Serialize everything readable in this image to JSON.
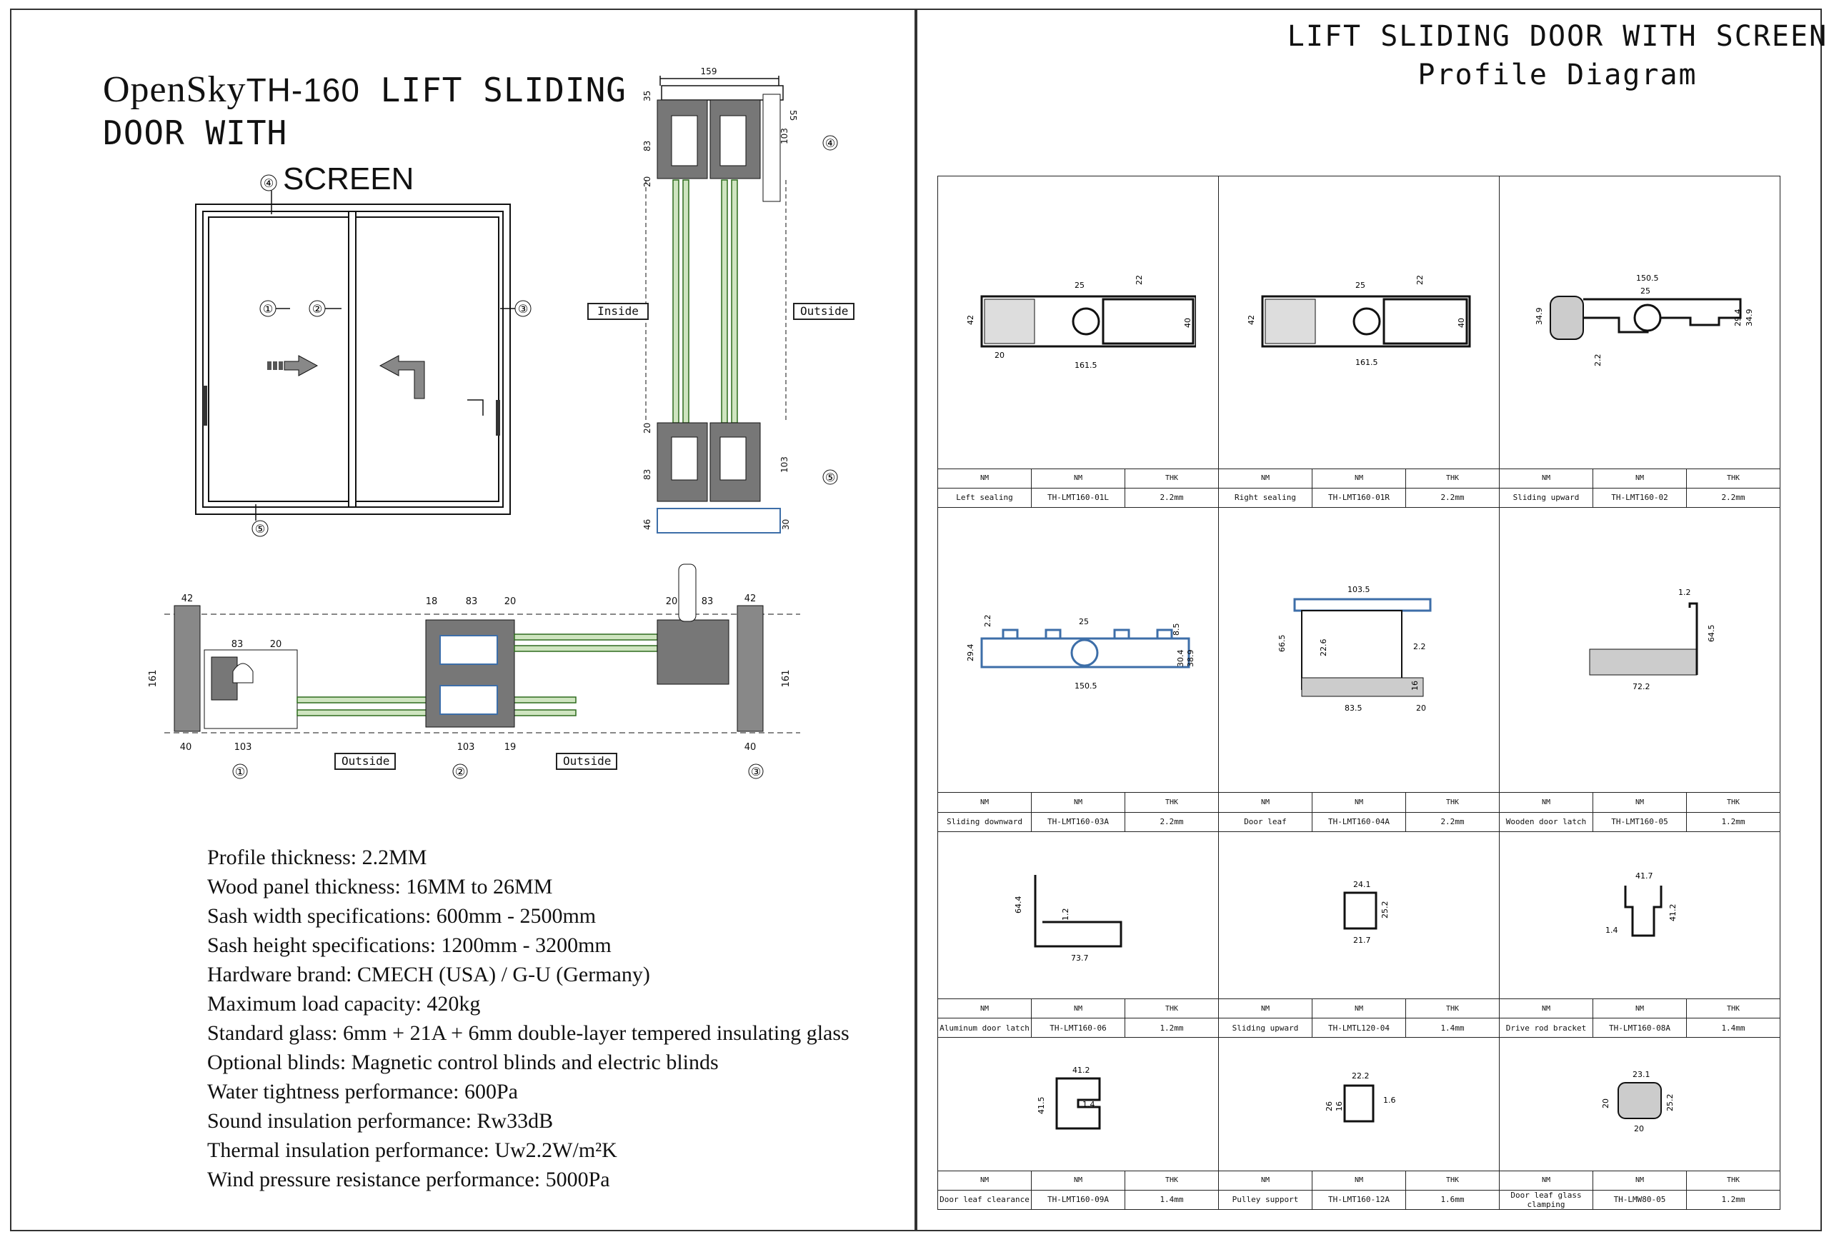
{
  "left": {
    "title": {
      "brand": "OpenSky",
      "model": "TH-160",
      "rest_line1": " LIFT SLIDING",
      "line2": "DOOR WITH",
      "line3": "SCREEN"
    },
    "callouts": [
      "①",
      "②",
      "③",
      "④",
      "⑤"
    ],
    "section_labels": {
      "inside": "Inside",
      "outside": "Outside",
      "outside_1": "Outside",
      "outside_2": "Outside"
    },
    "vertical_dims": [
      "159",
      "35",
      "55",
      "83",
      "103",
      "20",
      "20",
      "83",
      "103",
      "46",
      "30"
    ],
    "horizontal_dims": [
      "42",
      "83",
      "20",
      "161",
      "40",
      "103",
      "18",
      "83",
      "20",
      "20",
      "83",
      "42",
      "161",
      "103",
      "19",
      "40"
    ],
    "specs": [
      "Profile  thickness: 2.2MM",
      "Wood panel thickness: 16MM to 26MM",
      "Sash width specifications: 600mm - 2500mm",
      "Sash height specifications: 1200mm - 3200mm",
      "Hardware brand: CMECH (USA) / G-U (Germany)",
      "Maximum load capacity: 420kg",
      "Standard glass: 6mm + 21A + 6mm double-layer tempered insulating glass",
      "Optional blinds: Magnetic control blinds and electric blinds",
      "Water tightness performance: 600Pa",
      "Sound insulation performance: Rw33dB",
      "Thermal insulation performance: Uw2.2W/m²K",
      "Wind pressure resistance performance: 5000Pa"
    ]
  },
  "right": {
    "title_line1": "LIFT SLIDING DOOR WITH SCREEN",
    "title_line2": "Profile Diagram",
    "header_labels": [
      "NM",
      "NM",
      "THK"
    ],
    "profiles": [
      {
        "name": "Left sealing",
        "code": "TH-LMT160-01L",
        "thk": "2.2mm",
        "dims": [
          "42",
          "25",
          "22",
          "40",
          "20",
          "161.5"
        ]
      },
      {
        "name": "Right sealing",
        "code": "TH-LMT160-01R",
        "thk": "2.2mm",
        "dims": [
          "42",
          "25",
          "22",
          "40",
          "161.5"
        ]
      },
      {
        "name": "Sliding upward",
        "code": "TH-LMT160-02",
        "thk": "2.2mm",
        "dims": [
          "150.5",
          "25",
          "34.9",
          "29.4",
          "34.9",
          "2.2"
        ]
      },
      {
        "name": "Sliding downward",
        "code": "TH-LMT160-03A",
        "thk": "2.2mm",
        "dims": [
          "2.2",
          "25",
          "29.4",
          "8.5",
          "30.4",
          "38.9",
          "150.5"
        ]
      },
      {
        "name": "Door leaf",
        "code": "TH-LMT160-04A",
        "thk": "2.2mm",
        "dims": [
          "103.5",
          "66.5",
          "22.6",
          "2.2",
          "16",
          "83.5",
          "20"
        ]
      },
      {
        "name": "Wooden door latch",
        "code": "TH-LMT160-05",
        "thk": "1.2mm",
        "dims": [
          "1.2",
          "64.5",
          "72.2"
        ]
      },
      {
        "name": "Aluminum door latch",
        "code": "TH-LMT160-06",
        "thk": "1.2mm",
        "dims": [
          "64.4",
          "1.2",
          "73.7"
        ]
      },
      {
        "name": "Sliding upward",
        "code": "TH-LMTL120-04",
        "thk": "1.4mm",
        "dims": [
          "24.1",
          "25.2",
          "21.7"
        ]
      },
      {
        "name": "Drive rod bracket",
        "code": "TH-LMT160-08A",
        "thk": "1.4mm",
        "dims": [
          "41.7",
          "41.2",
          "1.4"
        ]
      },
      {
        "name": "Door leaf clearance",
        "code": "TH-LMT160-09A",
        "thk": "1.4mm",
        "dims": [
          "41.2",
          "41.5",
          "1.4"
        ]
      },
      {
        "name": "Pulley support",
        "code": "TH-LMT160-12A",
        "thk": "1.6mm",
        "dims": [
          "22.2",
          "26",
          "16",
          "1.6"
        ]
      },
      {
        "name": "Door leaf glass clamping",
        "code": "TH-LMW80-05",
        "thk": "1.2mm",
        "dims": [
          "23.1",
          "20",
          "25.2",
          "20"
        ]
      }
    ]
  },
  "colors": {
    "line": "#111111",
    "glass": "#6aa84f",
    "hatch": "#555555",
    "profile_blue": "#3d6ea8"
  }
}
